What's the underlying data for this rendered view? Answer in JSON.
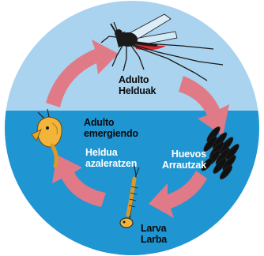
{
  "stages": {
    "adult": {
      "line1": "Adulto",
      "line2": "Helduak"
    },
    "eggs": {
      "line1": "Huevos",
      "line2": "Arrautzak"
    },
    "larva": {
      "line1": "Larva",
      "line2": "Larba"
    },
    "emerging": {
      "line1": "Adulto",
      "line2": "emergiendo",
      "line3": "Heldua",
      "line4": "azaleratzen"
    }
  },
  "colors": {
    "sky": "#a9d3ee",
    "water": "#1f95d2",
    "arrow": "#e07a86",
    "label_dark": "#0a0a0a",
    "label_light": "#ffffff",
    "pupa_body": "#f2b53a",
    "mosquito": "#1a1a1a",
    "blood": "#d7262e"
  },
  "icons": [
    "mosquito-icon",
    "egg-raft-icon",
    "larva-icon",
    "pupa-icon"
  ]
}
